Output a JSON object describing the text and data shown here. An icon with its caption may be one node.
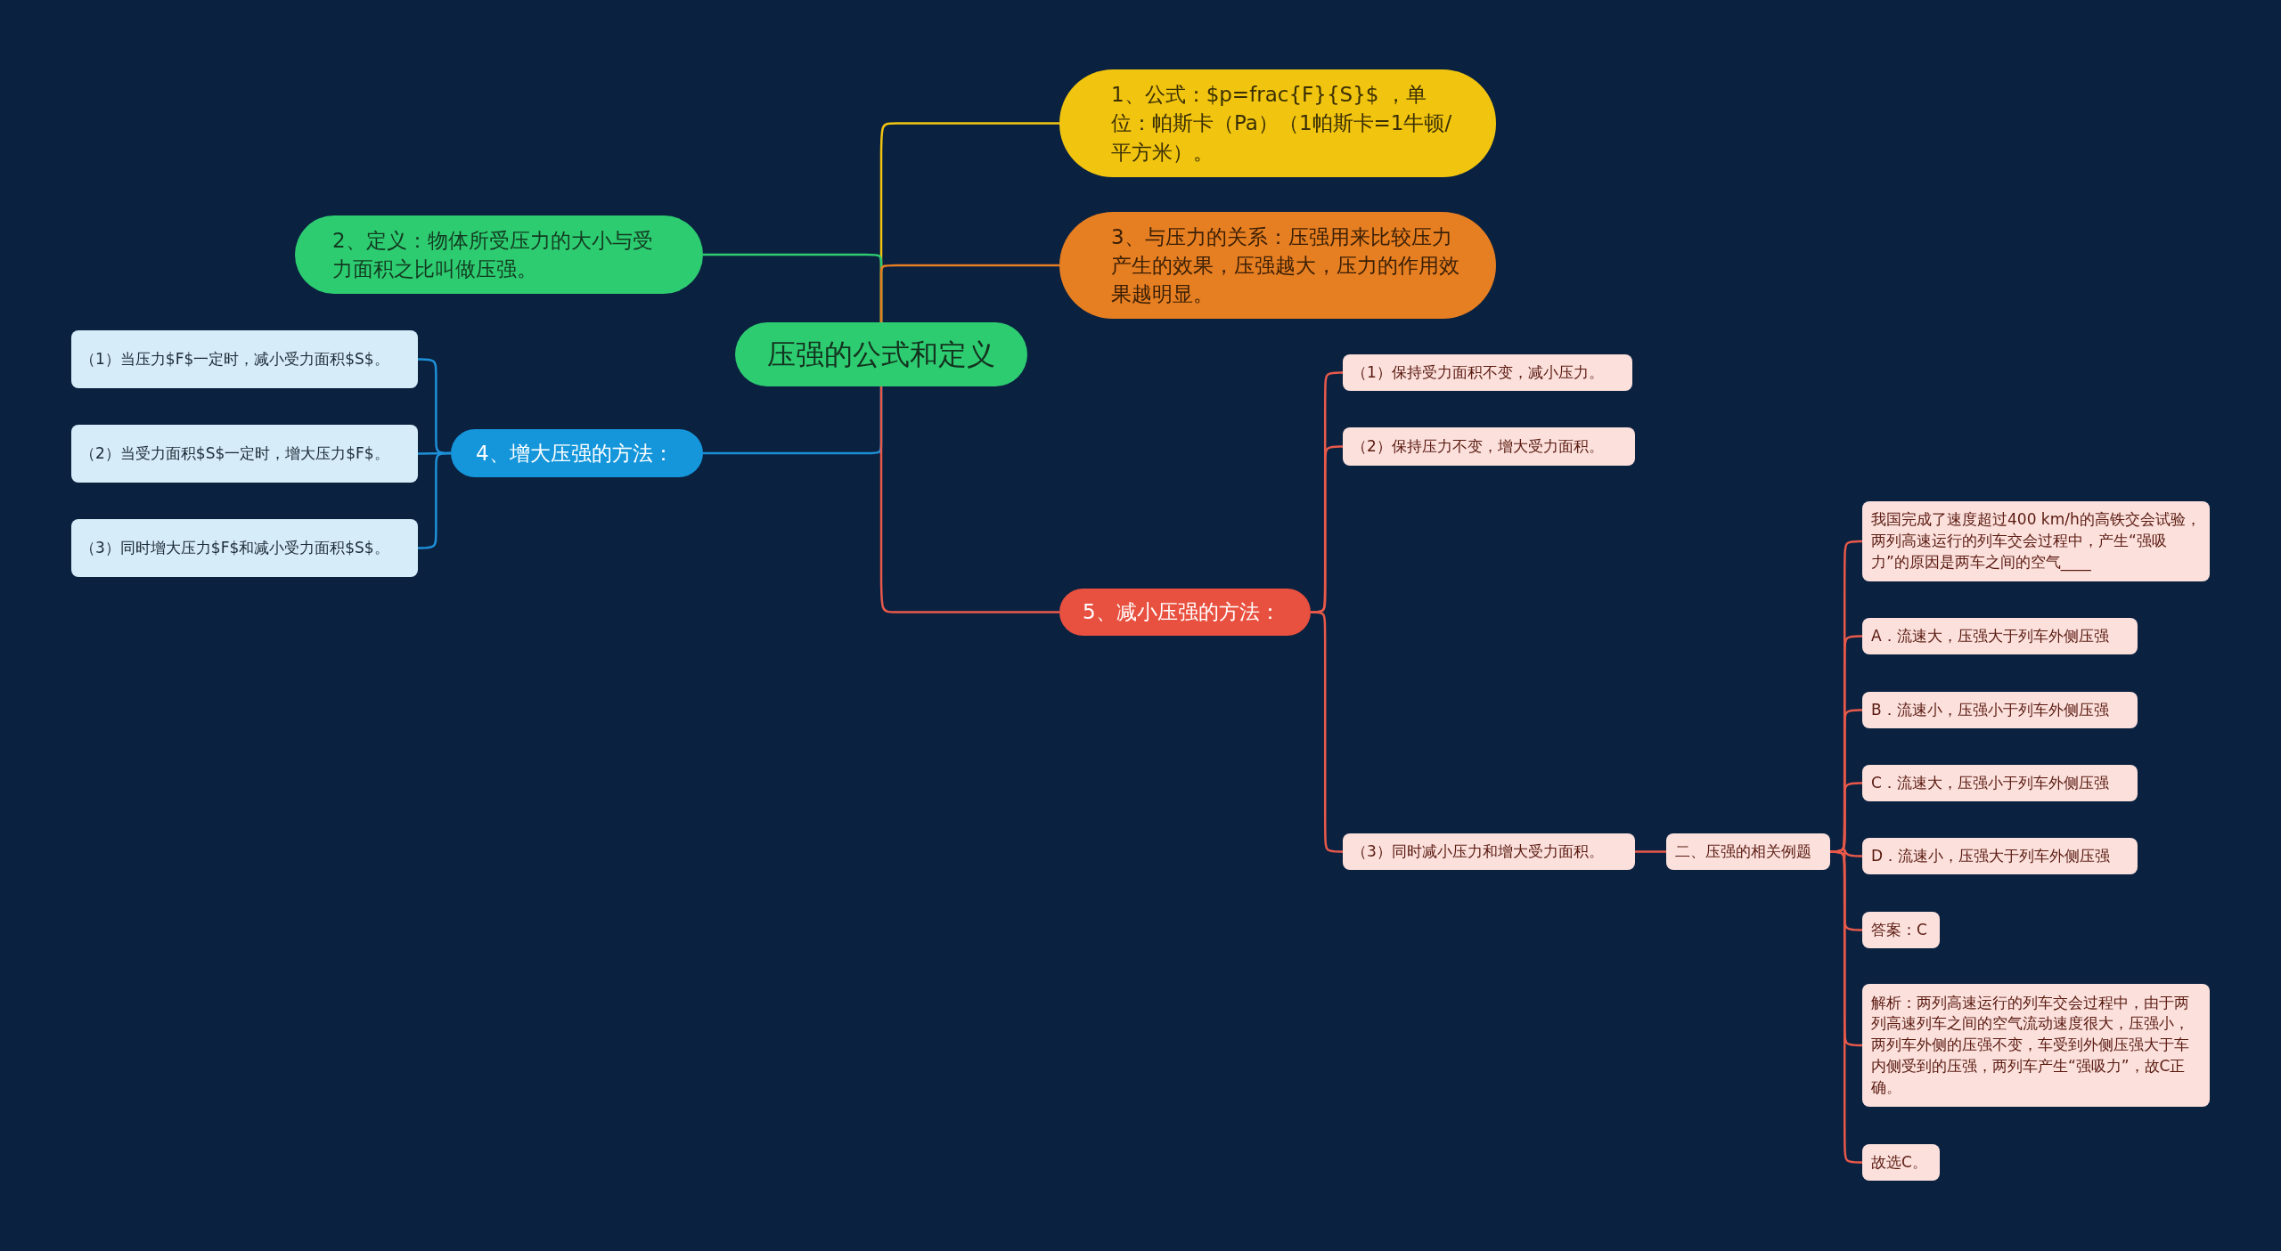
{
  "diagram": {
    "nodes": [
      {
        "text": [
          "压强的公式和定义"
        ]
      },
      {
        "text": [
          "1、公式：$p=frac{F}{S}$ ，单位：帕斯卡（Pa）（1帕斯卡=1牛顿/平方米）。"
        ]
      },
      {
        "text": [
          "2、定义：物体所受压力的大小与受力面积之比叫做压强。"
        ]
      },
      {
        "text": [
          "3、与压力的关系：压强用来比较压力产生的效果，压强越大，压力的作用效果越明显。"
        ]
      },
      {
        "text": [
          "4、增大压强的方法："
        ]
      },
      {
        "text": [
          "（1）当压力$F$一定时，减小受力面积$S$。"
        ]
      },
      {
        "text": [
          "（2）当受力面积$S$一定时，增大压力$F$。"
        ]
      },
      {
        "text": [
          "（3）同时增大压力$F$和减小受力面积$S$。"
        ]
      },
      {
        "text": [
          "5、减小压强的方法："
        ]
      },
      {
        "text": [
          "（1）保持受力面积不变，减小压力。"
        ]
      },
      {
        "text": [
          "（2）保持压力不变，增大受力面积。"
        ]
      },
      {
        "text": [
          "（3）同时减小压力和增大受力面积。"
        ]
      },
      {
        "text": [
          "二、压强的相关例题"
        ]
      },
      {
        "text": [
          "我国完成了速度超过400 km/h的高铁交会试验，两列高速运行的列车交会过程中，产生“强吸力”的原因是两车之间的空气____"
        ]
      },
      {
        "text": [
          "A．流速大，压强大于列车外侧压强"
        ]
      },
      {
        "text": [
          "B．流速小，压强小于列车外侧压强"
        ]
      },
      {
        "text": [
          "C．流速大，压强小于列车外侧压强"
        ]
      },
      {
        "text": [
          "D．流速小，压强大于列车外侧压强"
        ]
      },
      {
        "text": [
          "答案：C"
        ]
      },
      {
        "text": [
          "解析：两列高速运行的列车交会过程中，由于两列高速列车之间的空气流动速度很大，压强小，两列车外侧的压强不变，车受到外侧压强大于车内侧受到的压强，两列车产生“强吸力”，故C正确。"
        ]
      },
      {
        "text": [
          "故选C。"
        ]
      }
    ],
    "edges": [
      {
        "from": 0,
        "to": 1,
        "arrow": "none",
        "color": "#f1c40f"
      },
      {
        "from": 0,
        "to": 2,
        "arrow": "none",
        "color": "#2ecc71"
      },
      {
        "from": 0,
        "to": 3,
        "arrow": "none",
        "color": "#e67e22"
      },
      {
        "from": 0,
        "to": 4,
        "arrow": "none",
        "color": "#1e90d8"
      },
      {
        "from": 0,
        "to": 8,
        "arrow": "none"
      },
      {
        "from": 4,
        "to": 5,
        "arrow": "none",
        "color": "#1e90d8"
      },
      {
        "from": 4,
        "to": 6,
        "arrow": "none",
        "color": "#1e90d8"
      },
      {
        "from": 4,
        "to": 7,
        "arrow": "none",
        "color": "#1e90d8"
      },
      {
        "from": 8,
        "to": 9,
        "arrow": "none"
      },
      {
        "from": 8,
        "to": 10,
        "arrow": "none"
      },
      {
        "from": 8,
        "to": 11,
        "arrow": "none"
      },
      {
        "from": 11,
        "to": 12,
        "arrow": "none"
      },
      {
        "from": 12,
        "to": 13,
        "arrow": "none"
      },
      {
        "from": 12,
        "to": 14,
        "arrow": "none"
      },
      {
        "from": 12,
        "to": 15,
        "arrow": "none"
      },
      {
        "from": 12,
        "to": 16,
        "arrow": "none"
      },
      {
        "from": 12,
        "to": 17,
        "arrow": "none"
      },
      {
        "from": 12,
        "to": 18,
        "arrow": "none"
      },
      {
        "from": 12,
        "to": 19,
        "arrow": "none"
      },
      {
        "from": 12,
        "to": 20,
        "arrow": "none"
      }
    ]
  }
}
